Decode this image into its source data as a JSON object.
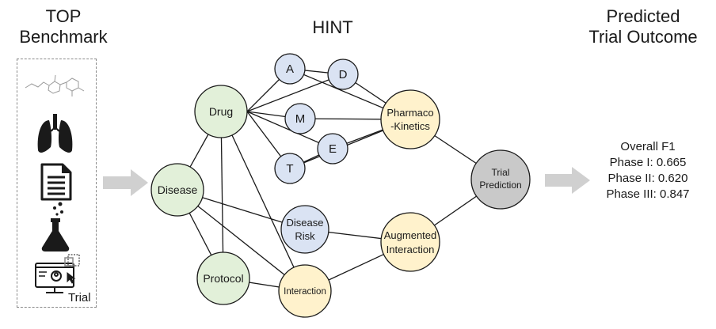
{
  "headings": {
    "top_line1": "TOP",
    "top_line2": "Benchmark",
    "hint": "HINT",
    "outcome_line1": "Predicted",
    "outcome_line2": "Trial Outcome"
  },
  "benchmark": {
    "icons": [
      "molecule-icon",
      "lungs-icon",
      "document-icon",
      "flask-icon",
      "computer-icon"
    ],
    "trial_label": "Trial"
  },
  "nodes": {
    "a": "A",
    "d": "D",
    "m": "M",
    "e": "E",
    "t": "T",
    "drug": "Drug",
    "disease": "Disease",
    "protocol": "Protocol",
    "disease_risk_1": "Disease",
    "disease_risk_2": "Risk",
    "interaction": "Interaction",
    "pharmaco_1": "Pharmaco",
    "pharmaco_2": "-Kinetics",
    "augmented_1": "Augmented",
    "augmented_2": "Interaction",
    "trial_pred_1": "Trial",
    "trial_pred_2": "Prediction"
  },
  "results": {
    "title": "Overall F1",
    "phase1": "Phase I: 0.665",
    "phase2": "Phase II: 0.620",
    "phase3": "Phase III: 0.847"
  },
  "colors": {
    "green_fill": "#e2f0d9",
    "blue_fill": "#dae3f3",
    "yellow_fill": "#fff2cc",
    "gray_fill": "#c9c9c9",
    "arrow": "#d0d0d0"
  }
}
